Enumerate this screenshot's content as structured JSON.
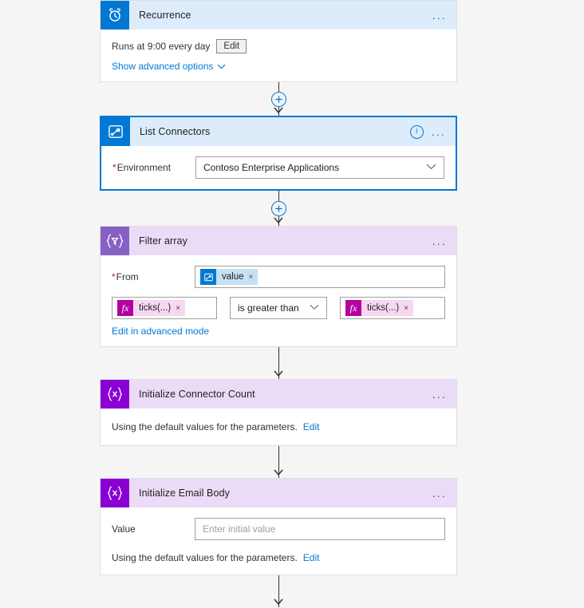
{
  "app": {
    "canvas_background": "#f5f5f5",
    "accent_color": "#0078d4",
    "purple_color": "#8a00d4",
    "magenta_color": "#b4009e"
  },
  "steps": [
    {
      "id": "recurrence",
      "title": "Recurrence",
      "icon": "alarm-clock-icon",
      "icon_color": "#0078d4",
      "header_color": "#dcecfb",
      "selected": false,
      "has_info": false,
      "menu_label": "...",
      "schedule_text": "Runs at 9:00 every day",
      "edit_label": "Edit",
      "advanced_label": "Show advanced options"
    },
    {
      "id": "list-connectors",
      "title": "List Connectors",
      "icon": "flow-connector-icon",
      "icon_color": "#0078d4",
      "header_color": "#dcecfb",
      "selected": true,
      "has_info": true,
      "menu_label": "...",
      "field_label": "Environment",
      "field_required": true,
      "field_value": "Contoso Enterprise Applications"
    },
    {
      "id": "filter-array",
      "title": "Filter array",
      "icon": "filter-braces-icon",
      "icon_color": "#8661c5",
      "header_color": "#eadcf7",
      "selected": false,
      "has_info": false,
      "menu_label": "...",
      "from_label": "From",
      "from_required": true,
      "from_token": {
        "badge": "flow-connector-icon",
        "text": "value",
        "remove_label": "×"
      },
      "condition": {
        "left_token": {
          "badge": "fx",
          "text": "ticks(...)",
          "remove_label": "×"
        },
        "operator": "is greater than",
        "right_token": {
          "badge": "fx",
          "text": "ticks(...)",
          "remove_label": "×"
        }
      },
      "advanced_link": "Edit in advanced mode"
    },
    {
      "id": "initialize-connector-count",
      "title": "Initialize Connector Count",
      "icon": "variable-braces-icon",
      "icon_color": "#8a00d4",
      "header_color": "#eadcf7",
      "selected": false,
      "has_info": false,
      "menu_label": "...",
      "defaults_text": "Using the default values for the parameters.",
      "edit_label": "Edit"
    },
    {
      "id": "initialize-email-body",
      "title": "Initialize Email Body",
      "icon": "variable-braces-icon",
      "icon_color": "#8a00d4",
      "header_color": "#eadcf7",
      "selected": false,
      "has_info": false,
      "menu_label": "...",
      "value_label": "Value",
      "value_placeholder": "Enter initial value",
      "defaults_text": "Using the default values for the parameters.",
      "edit_label": "Edit"
    }
  ],
  "connectors": [
    {
      "id": "conn-1",
      "has_plus": true,
      "plus_label": "+"
    },
    {
      "id": "conn-2",
      "has_plus": true,
      "plus_label": "+"
    },
    {
      "id": "conn-3",
      "has_plus": false
    },
    {
      "id": "conn-4",
      "has_plus": false
    },
    {
      "id": "conn-5",
      "has_plus": false
    }
  ]
}
